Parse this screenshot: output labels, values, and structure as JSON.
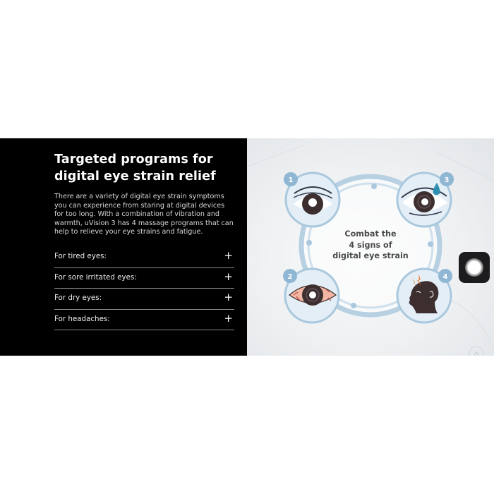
{
  "heading": {
    "line1": "Targeted programs for",
    "line2": "digital eye strain relief"
  },
  "description": {
    "line1": "There are a variety of digital eye strain symptoms",
    "line2": "you can experience from staring at digital devices",
    "line3": "for too long. With a combination of vibration and",
    "line4": "warmth, uVision 3 has 4 massage programs that can",
    "line5": "help to relieve your eye strains and fatigue."
  },
  "accordion": [
    {
      "label": "For tired eyes:",
      "icon": "plus-icon",
      "symbol": "+"
    },
    {
      "label": "For sore irritated eyes:",
      "icon": "plus-icon",
      "symbol": "+"
    },
    {
      "label": "For dry eyes:",
      "icon": "plus-icon",
      "symbol": "+"
    },
    {
      "label": "For headaches:",
      "icon": "plus-icon",
      "symbol": "+"
    }
  ],
  "infographic": {
    "center": {
      "line1": "Combat the",
      "line2": "4 signs of",
      "line3": "digital eye strain"
    },
    "signs": [
      {
        "number": "1",
        "icon": "tired-eye-icon"
      },
      {
        "number": "2",
        "icon": "red-irritated-eye-icon"
      },
      {
        "number": "3",
        "icon": "dry-eye-tear-icon"
      },
      {
        "number": "4",
        "icon": "headache-icon"
      }
    ],
    "colors": {
      "ring": "#a9c8de",
      "badge": "#8fb6d3",
      "pupil": "#3d2f2f",
      "irritated": "#f2b6a4",
      "tear": "#2e8fb0",
      "lightning": "#e87a2c"
    }
  },
  "floating_button": {
    "icon": "assistive-touch-icon"
  }
}
